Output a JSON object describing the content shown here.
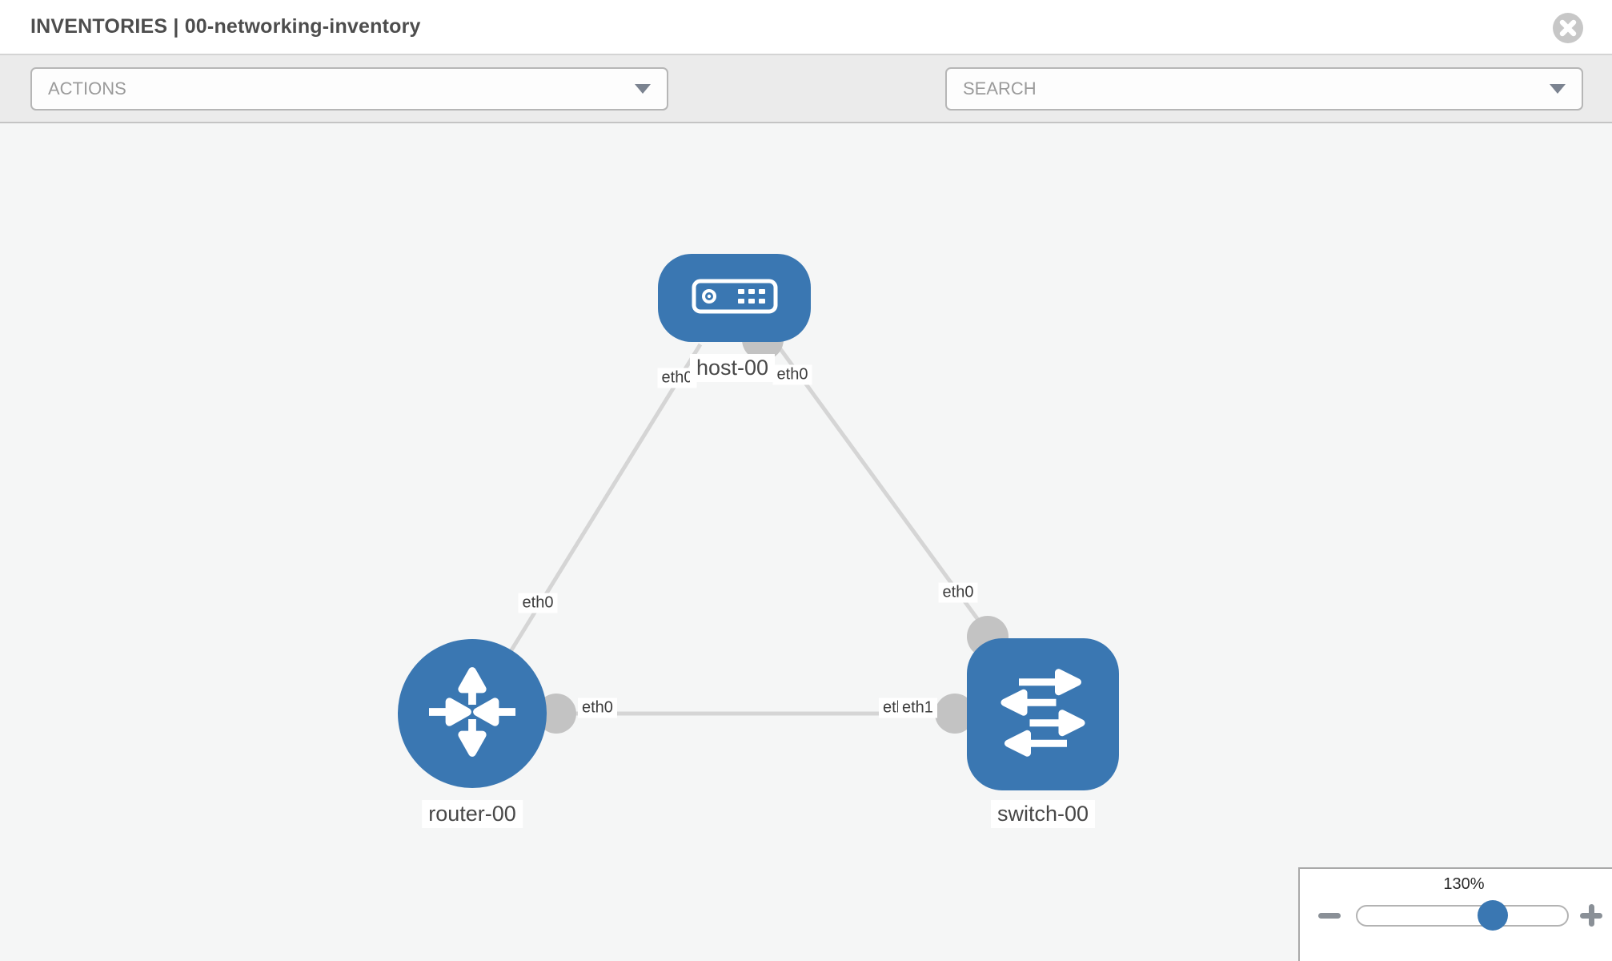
{
  "header": {
    "title": "INVENTORIES | 00-networking-inventory"
  },
  "toolbar": {
    "actions_label": "ACTIONS",
    "search_placeholder": "SEARCH",
    "icons": [
      "wrench-icon",
      "key-icon"
    ]
  },
  "topology": {
    "nodes": [
      {
        "id": "host-00",
        "type": "host",
        "label": "host-00"
      },
      {
        "id": "router-00",
        "type": "router",
        "label": "router-00"
      },
      {
        "id": "switch-00",
        "type": "switch",
        "label": "switch-00"
      }
    ],
    "links": [
      {
        "from": "host-00",
        "from_if": "eth0",
        "to": "router-00",
        "to_if": "eth0"
      },
      {
        "from": "host-00",
        "from_if": "eth0",
        "to": "switch-00",
        "to_if": "eth0"
      },
      {
        "from": "router-00",
        "from_if": "eth0",
        "to": "switch-00",
        "to_if": "eth1"
      }
    ],
    "overlapped_label_under_eth1": "eth0"
  },
  "zoom_control": {
    "level_label": "130%",
    "percent": 130
  },
  "colors": {
    "node_blue": "#3A77B2",
    "link_gray": "#D5D5D5",
    "connector_gray": "#C3C3C3",
    "canvas_bg": "#F5F6F6",
    "toolbar_bg": "#EBEBEB",
    "icon_gray": "#8A9097"
  }
}
